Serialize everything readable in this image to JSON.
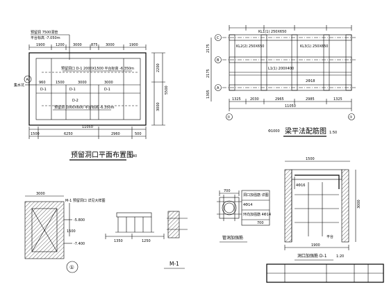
{
  "plan_view": {
    "title": "预留洞口平面布置图",
    "scale": "1:40",
    "top_dims": [
      "1900",
      "1200",
      "3000",
      "875",
      "3000",
      "1900"
    ],
    "total_dim_bottom": "11050",
    "bottom_dims": [
      "1500",
      "6250",
      "2960",
      "500"
    ],
    "right_dims": [
      "2200",
      "3000",
      "5500"
    ],
    "inner_dims_row": [
      "960",
      "1500",
      "3000",
      "3000"
    ],
    "notes": [
      "预留洞 7500洞管",
      "平台标高 -7.050m",
      "预留洞口 D-1  2000X1500 平台标高 -6.350m",
      "预留洞 1000X600 平台标高 -6.350m",
      "集水坑"
    ],
    "labels": [
      "D-1",
      "D-1",
      "D-1",
      "D-2"
    ],
    "axis_label": "A"
  },
  "beam_plan": {
    "title": "梁平法配筋图",
    "scale": "1:50",
    "axes_left": [
      "C",
      "B",
      "A"
    ],
    "left_dims": [
      "2175",
      "2175",
      "1305"
    ],
    "bottom_dims": [
      "1325",
      "2030",
      "2965",
      "2985",
      "1325"
    ],
    "total_dim": "11050",
    "beam_labels": [
      "KL1(1) 250X650",
      "KL2(2) 250X650",
      "KL3(1) 250X650",
      "L1(1) 200X400"
    ],
    "note": "2Φ18",
    "axis_circle": "①",
    "marker": "Φ1000"
  },
  "detail_left": {
    "title": "①",
    "dims": [
      "3000",
      "1500"
    ],
    "labels": [
      "-5.800",
      "-7.400",
      "M-1 预留洞口 详见大样图"
    ]
  },
  "detail_mid": {
    "title": "M-1",
    "labels": [
      "1350",
      "1250"
    ]
  },
  "pipe_detail": {
    "title": "管洞加强筋",
    "labels": [
      "洞口加强筋 详图",
      "4Φ14",
      "环向加强筋 4Φ14",
      "700"
    ]
  },
  "door_detail": {
    "title": "洞口加强筋 D-1",
    "scale": "1:20",
    "labels": [
      "1500",
      "1900",
      "3000",
      "平台",
      "4Φ16"
    ]
  },
  "title_block": {
    "cells": [
      "",
      "",
      "",
      ""
    ]
  }
}
